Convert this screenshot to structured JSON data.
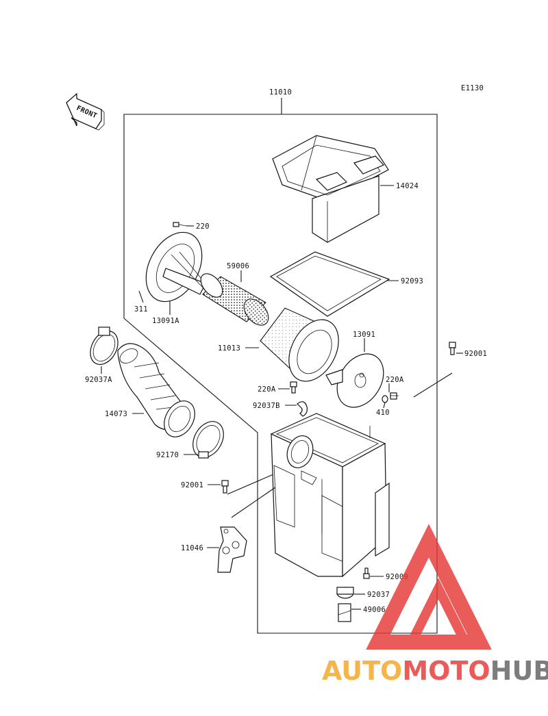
{
  "diagram": {
    "code": "E1130",
    "front_label": "FRONT",
    "assembly_label": "11010",
    "callouts": {
      "c14024": "14024",
      "c220_top": "220",
      "c59006": "59006",
      "c92093": "92093",
      "c311": "311",
      "c13091A": "13091A",
      "c11013": "11013",
      "c13091": "13091",
      "c92001_right": "92001",
      "c92037A": "92037A",
      "c220A_left": "220A",
      "c220A_right": "220A",
      "c92037B": "92037B",
      "c410": "410",
      "c14073": "14073",
      "c92170": "92170",
      "c92001_left": "92001",
      "c11046": "11046",
      "c92009": "92009",
      "c92037": "92037",
      "c49006": "49006"
    }
  },
  "watermark": {
    "part1": "AUTO",
    "part2": "MOTO",
    "part3": "HUB",
    "color1": "#f5a623",
    "color2": "#e53935",
    "color3": "#616161"
  }
}
